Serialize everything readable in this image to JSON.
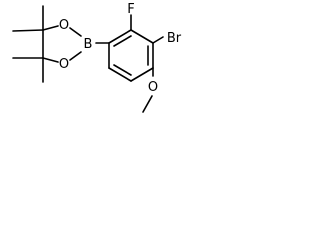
{
  "molecule": {
    "atoms": {
      "boron": "B",
      "oxygen_ring_top": "O",
      "oxygen_ring_bottom": "O",
      "fluorine": "F",
      "bromine": "Br",
      "oxygen_methoxy": "O"
    }
  }
}
